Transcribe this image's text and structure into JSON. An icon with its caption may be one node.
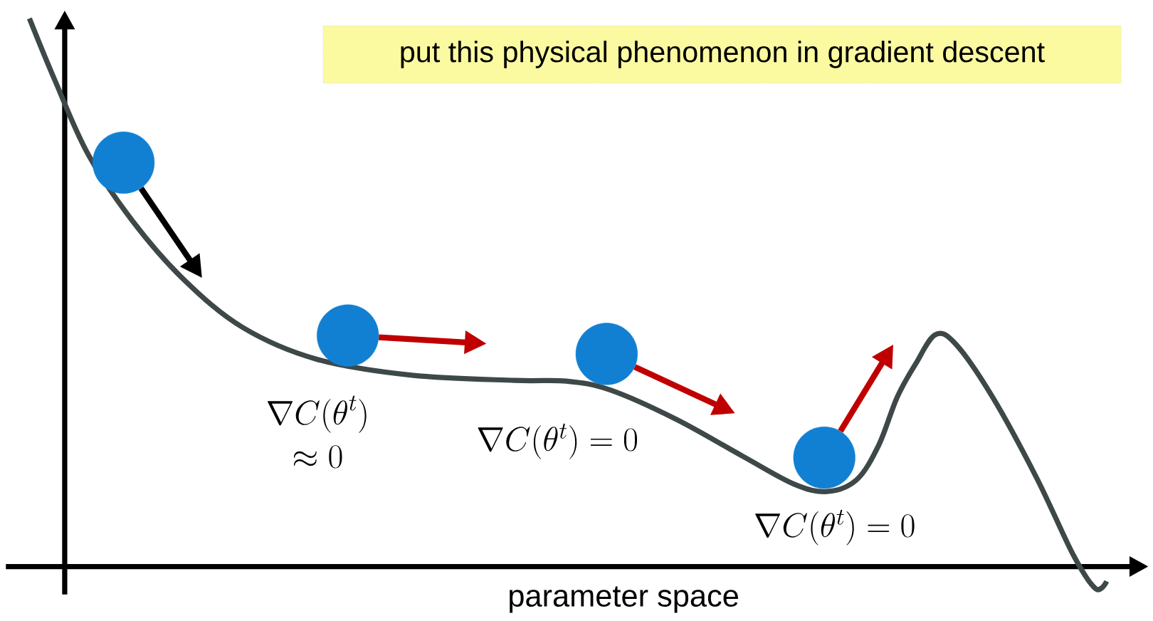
{
  "diagram": {
    "nodes": [
      {
        "text": [
          "put this physical phenomenon in gradient descent"
        ]
      },
      {
        "text": [],
        "shape": "circle"
      },
      {
        "text": [],
        "shape": "circle"
      },
      {
        "text": [],
        "shape": "circle"
      },
      {
        "text": [],
        "shape": "circle"
      }
    ],
    "edges": [
      {
        "from": 1,
        "to": null,
        "arrow": "to",
        "color": "#000000"
      },
      {
        "from": 2,
        "to": null,
        "arrow": "to"
      },
      {
        "from": 3,
        "to": null,
        "arrow": "to"
      },
      {
        "from": 4,
        "to": null,
        "arrow": "to"
      }
    ],
    "labels": [
      "\\begin{gathered}\\nabla C(\\theta^t)\\\\ \\approx 0\\end{gathered}",
      "\\nabla C(\\theta^t) = 0",
      "\\nabla C(\\theta^t) = 0",
      "parameter space"
    ]
  }
}
